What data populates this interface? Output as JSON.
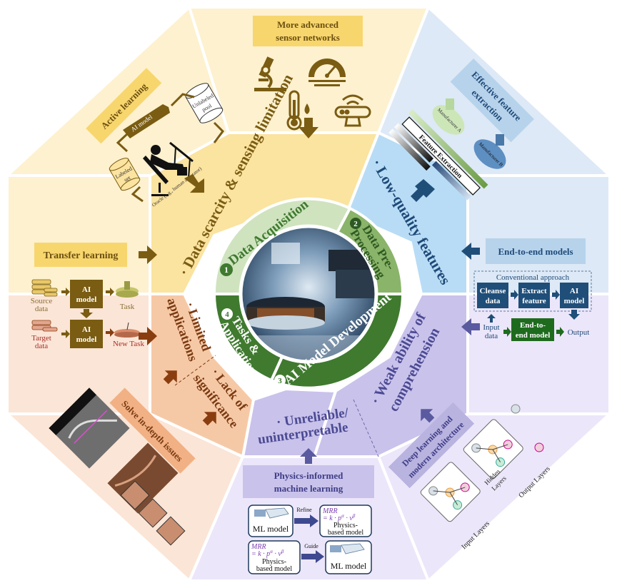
{
  "colors": {
    "yellow_outer": "#fdf1cf",
    "yellow_mid": "#fbe3a0",
    "yellow_box": "#f8d66e",
    "yellow_text": "#7a5c12",
    "blue_outer": "#dde9f6",
    "blue_mid": "#b8dcf5",
    "blue_box": "#b7d3ec",
    "blue_text": "#1e4a78",
    "blue_dark": "#1f4e79",
    "purple_outer": "#ece6fa",
    "purple_mid": "#c9c2eb",
    "purple_box": "#b9b3e0",
    "purple_text": "#4b4a93",
    "orange_outer": "#fbe5d6",
    "orange_mid": "#f6c9a6",
    "orange_box": "#f1b184",
    "orange_text": "#7a3a12",
    "green_light": "#cfe3bf",
    "green_mid": "#8ab469",
    "green_dark": "#3f7a2f",
    "brown_arrow": "#7a5a12",
    "orange_arrow": "#8a3e10",
    "math_purple": "#7b3fb0",
    "target_red": "#a8302a"
  },
  "center": {
    "stages": [
      {
        "number": "1",
        "label": "Data Acquisition"
      },
      {
        "number": "2",
        "label": "Data Pre-",
        "label2": "Processing"
      },
      {
        "number": "3",
        "label": "AI Model Development"
      },
      {
        "number": "4",
        "label": "Tasks &",
        "label2": "Applications"
      }
    ],
    "photo_alt": "semiconductor wafer processing equipment"
  },
  "challenges": {
    "data_scarcity": "· Data scarcity & sensing limitation",
    "low_quality": "· Low-quality features",
    "weak_comprehension_1": "· Weak ability of",
    "weak_comprehension_2": "comprehension",
    "unreliable_1": "· Unreliable/",
    "unreliable_2": "uninterpretable",
    "limited_1": "· Limited",
    "limited_2": "applications",
    "lack_1": "· Lack of",
    "lack_2": "significance"
  },
  "solutions": {
    "sensor_networks": {
      "title_1": "More advanced",
      "title_2": "sensor networks",
      "icons": [
        "microscope-icon",
        "gauge-icon",
        "thermometer-icon",
        "droplet-icon",
        "wireless-sensor-icon"
      ]
    },
    "active_learning": {
      "title": "Active learning",
      "ai_model": "AI model",
      "unlabeled_1": "Unlabeled",
      "unlabeled_2": "pool",
      "labeled_1": "Labeled",
      "labeled_2": "set",
      "oracle": "Oracle (e.g., human annotator)"
    },
    "feature_extraction": {
      "title_1": "Effective feature",
      "title_2": "extraction",
      "manufacturer_a": "Manufacturer A",
      "manufacturer_b": "Manufacturer B",
      "band": "Feature Extraction"
    },
    "end_to_end": {
      "title": "End-to-end models",
      "conventional": "Conventional approach",
      "steps": [
        {
          "l1": "Cleanse",
          "l2": "data"
        },
        {
          "l1": "Extract",
          "l2": "feature"
        },
        {
          "l1": "AI",
          "l2": "model"
        }
      ],
      "input_1": "Input",
      "input_2": "data",
      "model_1": "End-to-",
      "model_2": "end model",
      "output": "Output"
    },
    "transfer_learning": {
      "title": "Transfer learning",
      "source_1": "Source",
      "source_2": "data",
      "target_1": "Target",
      "target_2": "data",
      "ai_1": "AI",
      "ai_2": "model",
      "task": "Task",
      "new_task": "New Task"
    },
    "deep_learning": {
      "title_1": "Deep learning and",
      "title_2": "modern architecture",
      "input_layers": "Input Layers",
      "hidden_1": "Hidden",
      "hidden_2": "Layers",
      "output_layers": "Output Layers"
    },
    "physics_informed": {
      "title_1": "Physics-informed",
      "title_2": "machine learning",
      "ml_model": "ML model",
      "refine": "Refine",
      "guide": "Guide",
      "eq_1": "MRR",
      "eq_2": "= k · p",
      "eq_alpha": "α",
      "eq_mid": " · v",
      "eq_beta": "β",
      "phys_1": "Physics-",
      "phys_2": "based model"
    },
    "in_depth": {
      "title": "Solve in-depth issues"
    }
  }
}
